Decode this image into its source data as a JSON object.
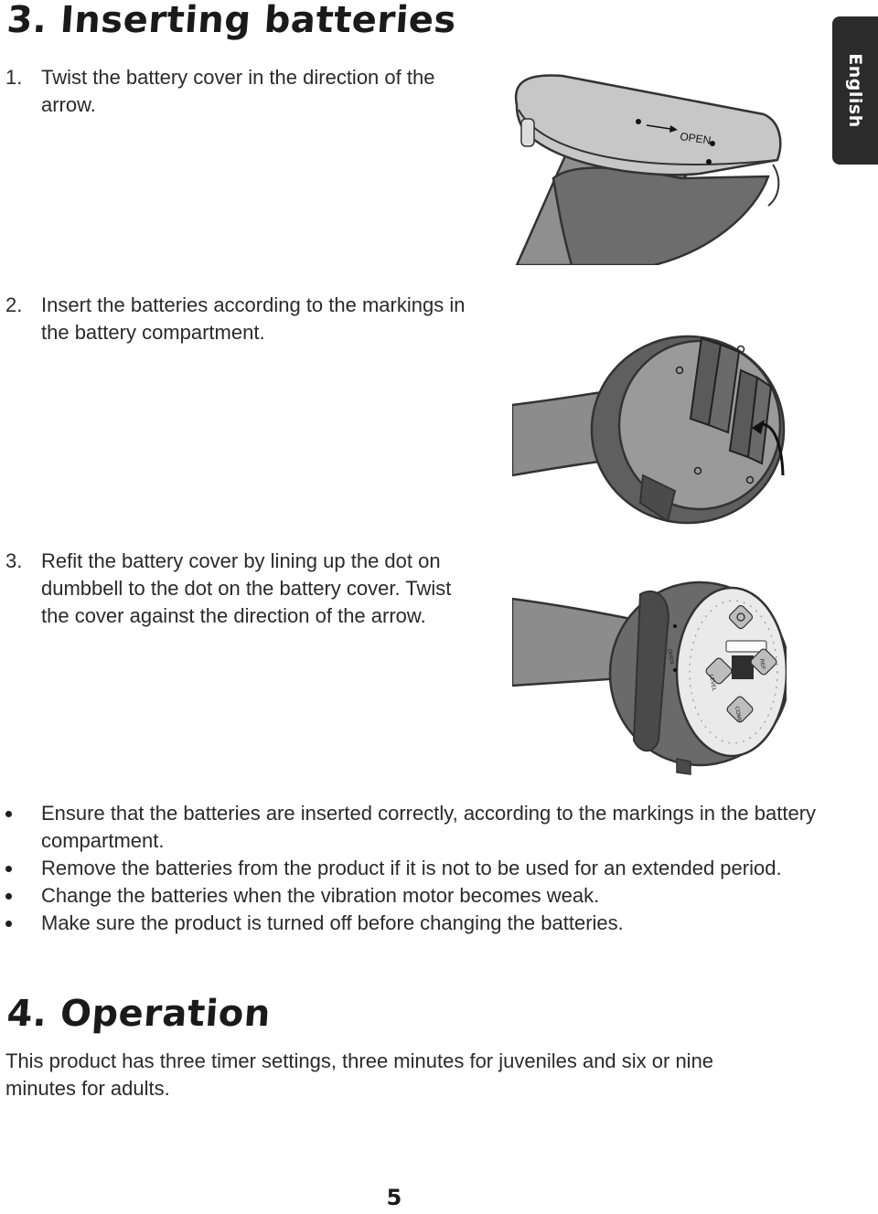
{
  "section3": {
    "title": "3. Inserting batteries",
    "steps": [
      {
        "num": "1.",
        "text": "Twist the battery cover in the direction of the arrow."
      },
      {
        "num": "2.",
        "text": "Insert the batteries according to the markings in the battery compartment."
      },
      {
        "num": "3.",
        "text": "Refit the battery cover by lining up the dot on dumbbell to the dot on the battery cover. Twist the cover against the direction of the arrow."
      }
    ],
    "bullets": [
      "Ensure that the batteries are inserted correctly, according to the markings in the battery compartment.",
      "Remove the batteries from the product if it is not to be used for an extended period.",
      "Change the batteries when the vibration motor becomes weak.",
      "Make sure the product is turned off before changing the batteries."
    ]
  },
  "section4": {
    "title": "4. Operation",
    "text": "This product has three timer settings, three minutes for juveniles and six or nine minutes for adults."
  },
  "illustrations": {
    "cover_label": "OPEN",
    "panel_buttons": [
      "LEVEL",
      "REF",
      "COMP"
    ],
    "side_label": "OPEN"
  },
  "language_tab": "English",
  "page_number": "5"
}
